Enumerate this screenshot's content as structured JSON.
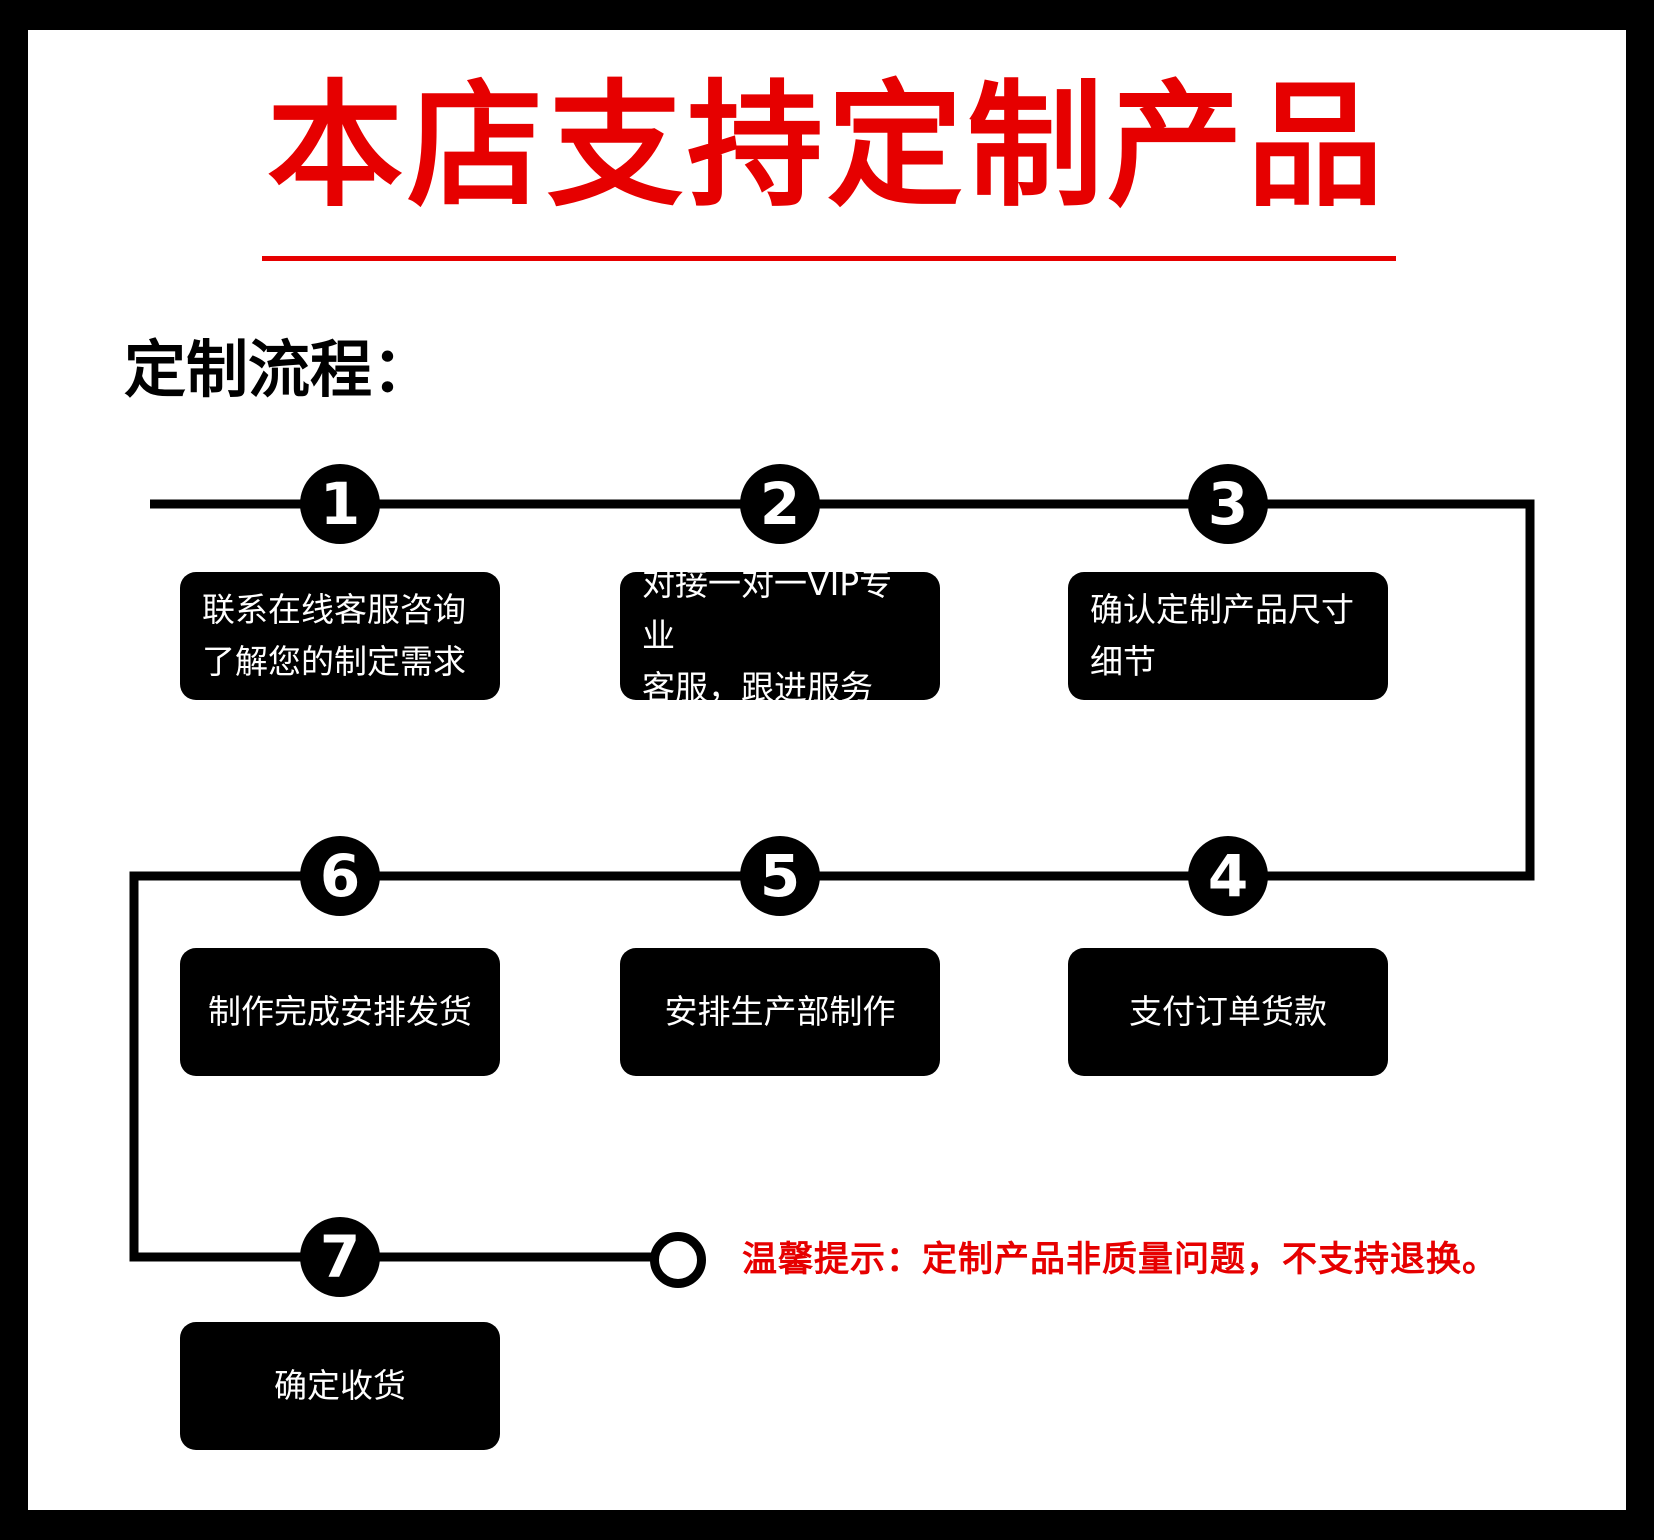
{
  "title": "本店支持定制产品",
  "section_heading": "定制流程：",
  "steps": [
    {
      "number": "1",
      "text": "联系在线客服咨询\n了解您的制定需求"
    },
    {
      "number": "2",
      "text": "对接一对一VIP专业\n客服，跟进服务"
    },
    {
      "number": "3",
      "text": "确认定制产品尺寸\n细节"
    },
    {
      "number": "4",
      "text": "支付订单货款"
    },
    {
      "number": "5",
      "text": "安排生产部制作"
    },
    {
      "number": "6",
      "text": "制作完成安排发货"
    },
    {
      "number": "7",
      "text": "确定收货"
    }
  ],
  "tip": "温馨提示：定制产品非质量问题，不支持退换。",
  "colors": {
    "accent": "#e60000",
    "frame": "#000000",
    "box": "#000000",
    "box_text": "#ffffff"
  }
}
